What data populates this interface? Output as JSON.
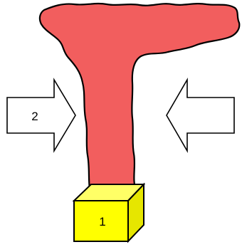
{
  "diagram": {
    "labels": {
      "left_arrow": "2",
      "box": "1"
    },
    "colors": {
      "plume": "#f25e5e",
      "box_front": "#ffff00",
      "box_top": "#ffff66",
      "box_side": "#e6e600",
      "arrow_fill": "#ffffff",
      "outline": "#000000"
    },
    "shapes": {
      "plume": "t-shaped-smoke-plume",
      "box": "3d-cube",
      "left_arrow": "right-pointing-arrow",
      "right_arrow": "left-pointing-arrow"
    }
  }
}
